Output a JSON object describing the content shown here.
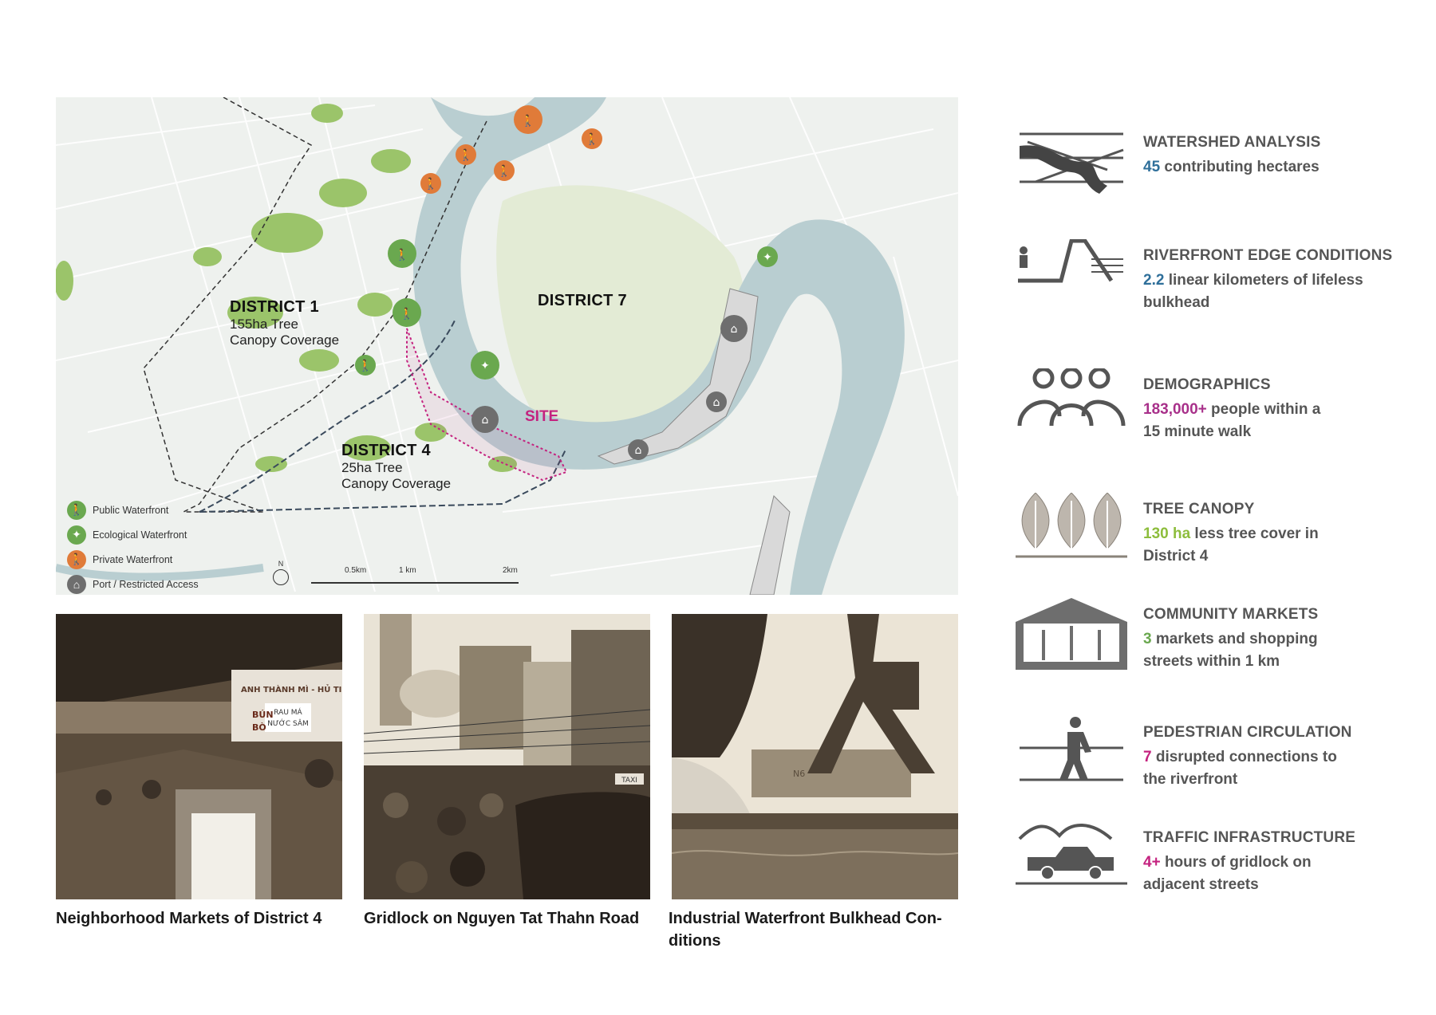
{
  "map": {
    "districts": [
      {
        "name": "DISTRICT 1",
        "sub1": "155ha Tree",
        "sub2": "Canopy Coverage"
      },
      {
        "name": "DISTRICT 7",
        "sub1": "",
        "sub2": ""
      },
      {
        "name": "DISTRICT 4",
        "sub1": "25ha Tree",
        "sub2": "Canopy Coverage"
      }
    ],
    "site_label": "SITE",
    "legend": [
      {
        "label": "Public Waterfront",
        "color": "#6aa84f",
        "icon": "pedestrian-icon"
      },
      {
        "label": "Ecological Waterfront",
        "color": "#6aa84f",
        "icon": "bird-icon"
      },
      {
        "label": "Private Waterfront",
        "color": "#e07b39",
        "icon": "pedestrian-icon"
      },
      {
        "label": "Port / Restricted Access",
        "color": "#6e6e6e",
        "icon": "port-icon"
      }
    ],
    "north": "N",
    "scale": [
      "0.5km",
      "1 km",
      "2km"
    ]
  },
  "photos": [
    {
      "caption": "Neighborhood Markets of District 4",
      "sign1": "ANH THÀNH MÌ - HỦ TI",
      "sign2": "RAU MÁ NƯỚC SÂM",
      "sign3": "BÚN BÒ"
    },
    {
      "caption": "Gridlock on Nguyen Tat Thahn Road",
      "sign1": "TAXI"
    },
    {
      "caption": "Industrial Waterfront Bulkhead Con-",
      "caption2": "ditions",
      "sign1": "N6"
    }
  ],
  "indicators": [
    {
      "title": "WATERSHED ANALYSIS",
      "num": "45",
      "rest1": " contributing hectares",
      "rest2": "",
      "color": "#2f6f9a",
      "icon": "watershed-icon"
    },
    {
      "title": "RIVERFRONT EDGE CONDITIONS",
      "num": "2.2",
      "rest1": " linear kilometers of lifeless",
      "rest2": "bulkhead",
      "color": "#2f6f9a",
      "icon": "bulkhead-icon"
    },
    {
      "title": "DEMOGRAPHICS",
      "num": "183,000+",
      "rest1": "  people within a",
      "rest2": "15 minute walk",
      "color": "#a8308a",
      "icon": "people-icon"
    },
    {
      "title": "TREE CANOPY",
      "num": "130 ha",
      "rest1": "  less tree cover in",
      "rest2": "District 4",
      "color": "#8dbd3c",
      "icon": "tree-icon"
    },
    {
      "title": "COMMUNITY MARKETS",
      "num": "3",
      "rest1": "  markets and shopping",
      "rest2": "streets within 1 km",
      "color": "#6aa84f",
      "icon": "market-icon"
    },
    {
      "title": "PEDESTRIAN CIRCULATION",
      "num": "7",
      "rest1": " disrupted connections to",
      "rest2": "the riverfront",
      "color": "#c4227f",
      "icon": "pedestrian-icon"
    },
    {
      "title": "TRAFFIC INFRASTRUCTURE",
      "num": "4+",
      "rest1": " hours of gridlock on",
      "rest2": "adjacent streets",
      "color": "#c4227f",
      "icon": "car-icon"
    }
  ]
}
